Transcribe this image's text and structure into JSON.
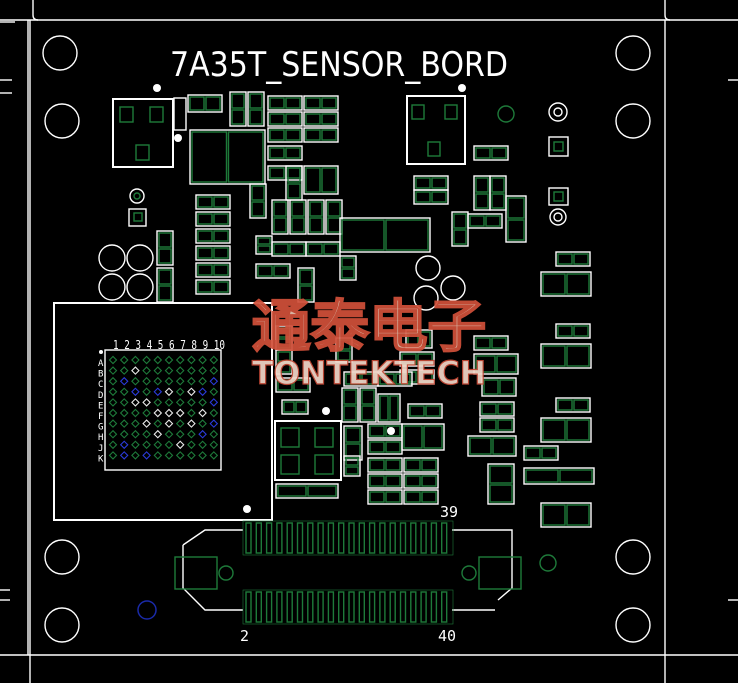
{
  "board": {
    "title": "7A35T_SENSOR_BORD",
    "watermark_cn": "通泰电子",
    "watermark_en": "TONTEKTECH",
    "connector_pin_39": "39",
    "connector_pin_2": "2",
    "connector_pin_40": "40",
    "bga_column_labels": "1 2 3 4 5 6 7 8 9 10",
    "bga_row_labels": [
      "A",
      "B",
      "C",
      "D",
      "E",
      "F",
      "G",
      "H",
      "J",
      "K"
    ]
  },
  "colors": {
    "background": "#000000",
    "silkscreen": "#ffffff",
    "pad": "#1e7a3a",
    "via_blue": "#1a2aa8",
    "watermark": "#d0503a"
  }
}
